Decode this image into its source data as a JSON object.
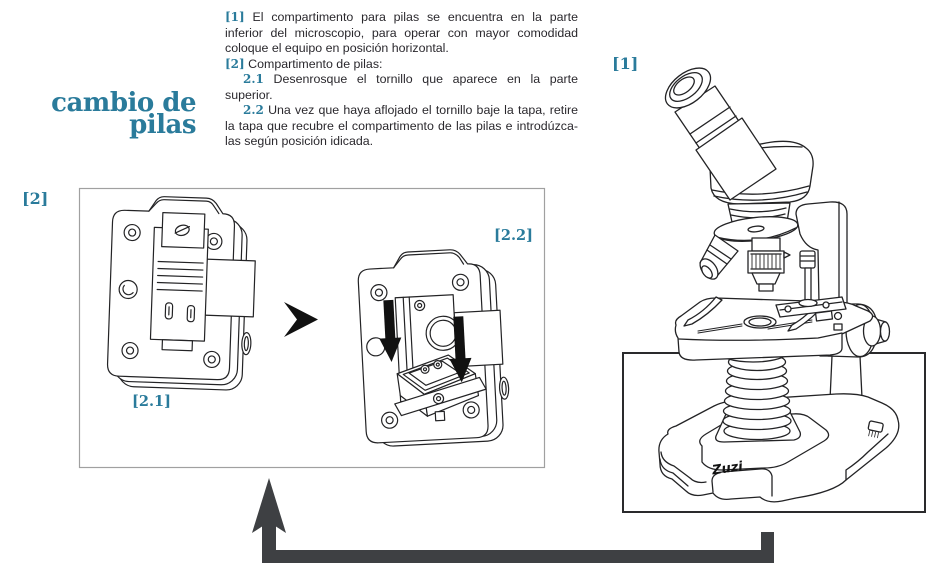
{
  "title": {
    "line1": "cambio de",
    "line2": "pilas"
  },
  "instructions": [
    {
      "ref": "[1]",
      "text": " El compartimento para pilas se encuentra en la parte inferior del microscopio, para operar con mayor comodidad coloque el equipo en posición horizontal."
    },
    {
      "ref": "[2]",
      "text": " Compartimento de pilas:"
    },
    {
      "ref": "2.1",
      "text": " Desenrosque el tornillo que aparece en la parte superior."
    },
    {
      "ref": "2.2",
      "text": " Una vez que haya aflojado el tornillo baje la tapa, retire la tapa que recubre el compartimento de las pilas e introdúzca-las según posición idicada."
    }
  ],
  "figure_labels": {
    "microscope": "[1]",
    "diagram": "[2]",
    "step1": "[2.1]",
    "step2": "[2.2]"
  },
  "brand": "Zuzi",
  "colors": {
    "accent_teal": "#2a7b9b",
    "body_text": "#2a282d",
    "line_art": "#232325",
    "connector_gray": "#3e4043"
  }
}
